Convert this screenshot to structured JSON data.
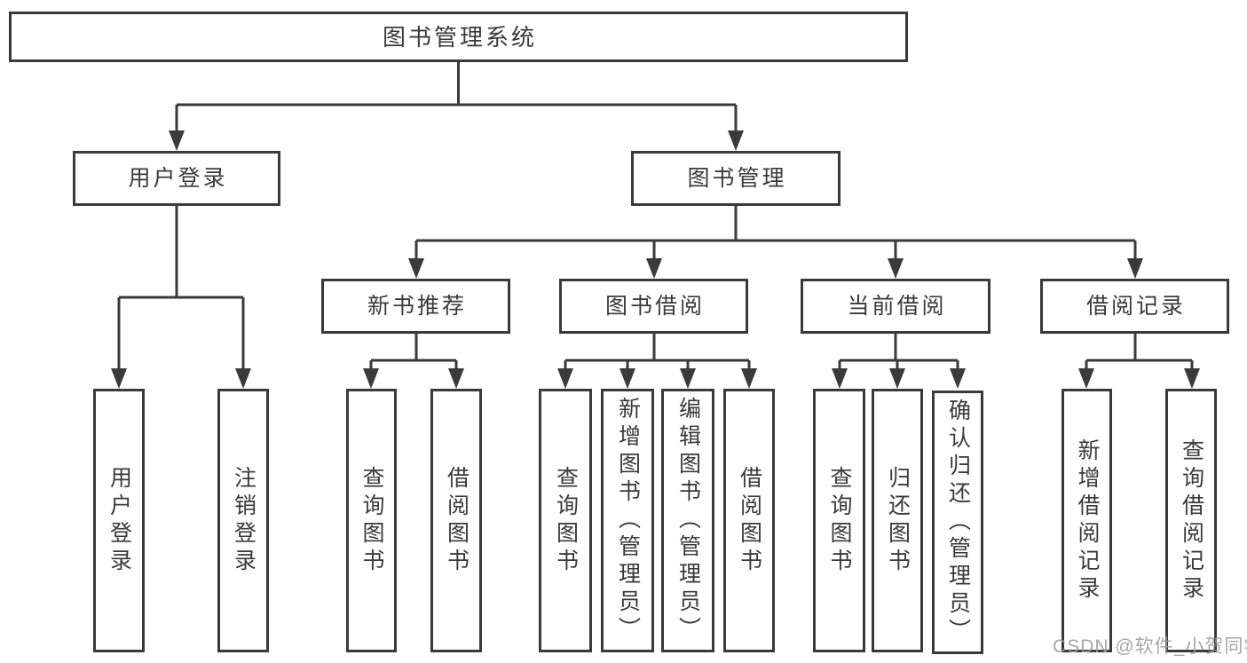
{
  "colors": {
    "line": "#3a3a3a",
    "text": "#3a3a3a",
    "background": "#ffffff",
    "watermark_text": "#9b9b9b"
  },
  "watermark": {
    "text": "CSDN @软件_小贺同学"
  },
  "tree": {
    "root": {
      "label": "图书管理系统"
    },
    "modules": [
      {
        "label": "用户登录",
        "features": [
          {
            "label": "用户登录"
          },
          {
            "label": "注销登录"
          }
        ]
      },
      {
        "label": "图书管理",
        "submodules": [
          {
            "label": "新书推荐",
            "features": [
              {
                "label": "查询图书"
              },
              {
                "label": "借阅图书"
              }
            ]
          },
          {
            "label": "图书借阅",
            "features": [
              {
                "label": "查询图书"
              },
              {
                "label": "新增图书（管理员）"
              },
              {
                "label": "编辑图书（管理员）"
              },
              {
                "label": "借阅图书"
              }
            ]
          },
          {
            "label": "当前借阅",
            "features": [
              {
                "label": "查询图书"
              },
              {
                "label": "归还图书"
              },
              {
                "label": "确认归还（管理员）"
              }
            ]
          },
          {
            "label": "借阅记录",
            "features": [
              {
                "label": "新增借阅记录"
              },
              {
                "label": "查询借阅记录"
              }
            ]
          }
        ]
      }
    ]
  }
}
